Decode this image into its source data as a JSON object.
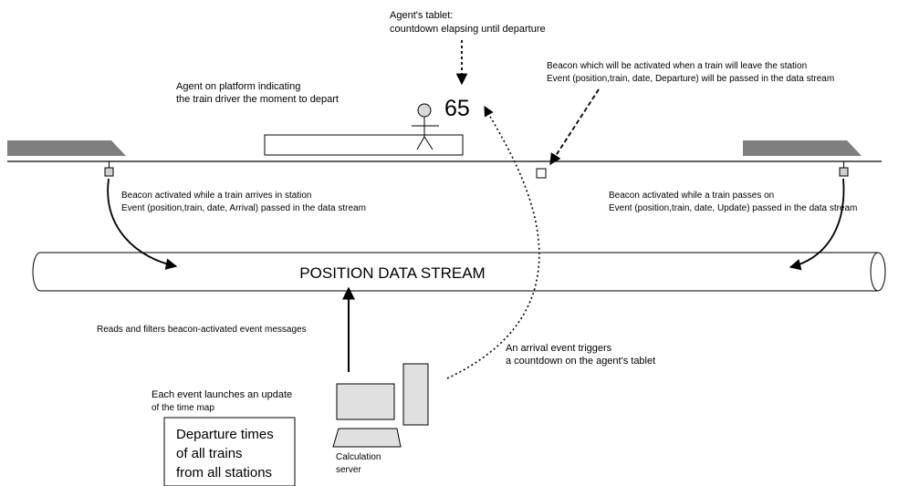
{
  "tablet_caption": {
    "line1": "Agent's tablet:",
    "line2": "countdown elapsing until departure"
  },
  "countdown_value": "65",
  "agent_caption": {
    "line1": "Agent on platform indicating",
    "line2": "the train driver the moment to depart"
  },
  "beacon_departure_caption": {
    "line1": "Beacon which will be activated when a train will leave the station",
    "line2": "Event (position,train, date, Departure) will be passed in the data stream"
  },
  "beacon_arrival_caption": {
    "line1": "Beacon activated while a train arrives in station",
    "line2": "Event (position,train, date, Arrival) passed in the data stream"
  },
  "beacon_update_caption": {
    "line1": "Beacon activated while a train passes on",
    "line2": "Event (position,train, date, Update) passed in the data stream"
  },
  "stream_label": "POSITION DATA STREAM",
  "reads_caption": "Reads and filters beacon-activated event messages",
  "arrival_trigger_caption": {
    "line1": "An arrival event triggers",
    "line2": "a countdown on the agent's tablet"
  },
  "time_map_caption": {
    "line1": "Each event launches an update",
    "line2": "of the time map"
  },
  "departure_box": {
    "line1": "Departure times",
    "line2": "of all trains",
    "line3": "from all stations"
  },
  "server_caption": {
    "line1": "Calculation",
    "line2": "server"
  },
  "colors": {
    "train": "#7f7f7f",
    "beacon_fill": "#d0d0d0",
    "computer_fill": "#e0e0e0",
    "line": "#000000"
  }
}
